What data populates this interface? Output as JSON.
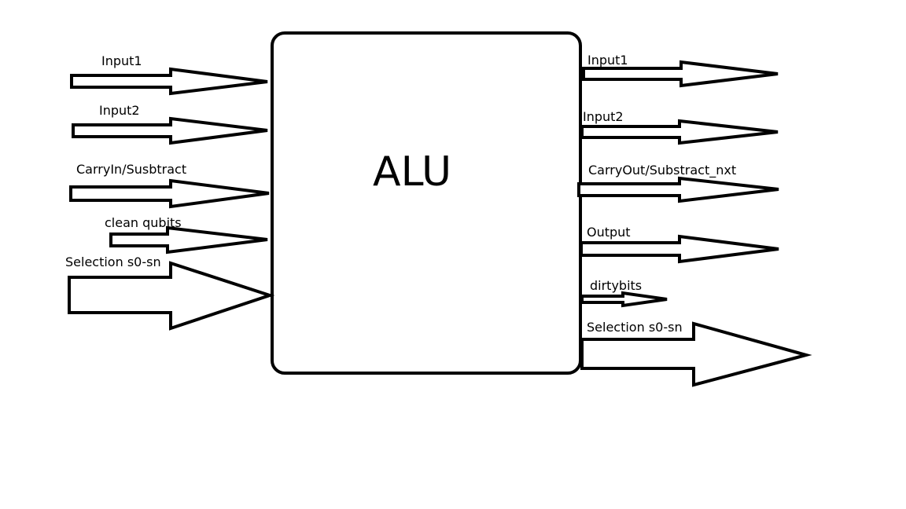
{
  "block": {
    "title": "ALU"
  },
  "inputs": [
    {
      "label": "Input1"
    },
    {
      "label": "Input2"
    },
    {
      "label": "CarryIn/Susbtract"
    },
    {
      "label": "clean qubits"
    },
    {
      "label": "Selection s0-sn"
    }
  ],
  "outputs": [
    {
      "label": "Input1"
    },
    {
      "label": "Input2"
    },
    {
      "label": "CarryOut/Substract_nxt"
    },
    {
      "label": "Output"
    },
    {
      "label": "dirtybits"
    },
    {
      "label": "Selection s0-sn"
    }
  ]
}
